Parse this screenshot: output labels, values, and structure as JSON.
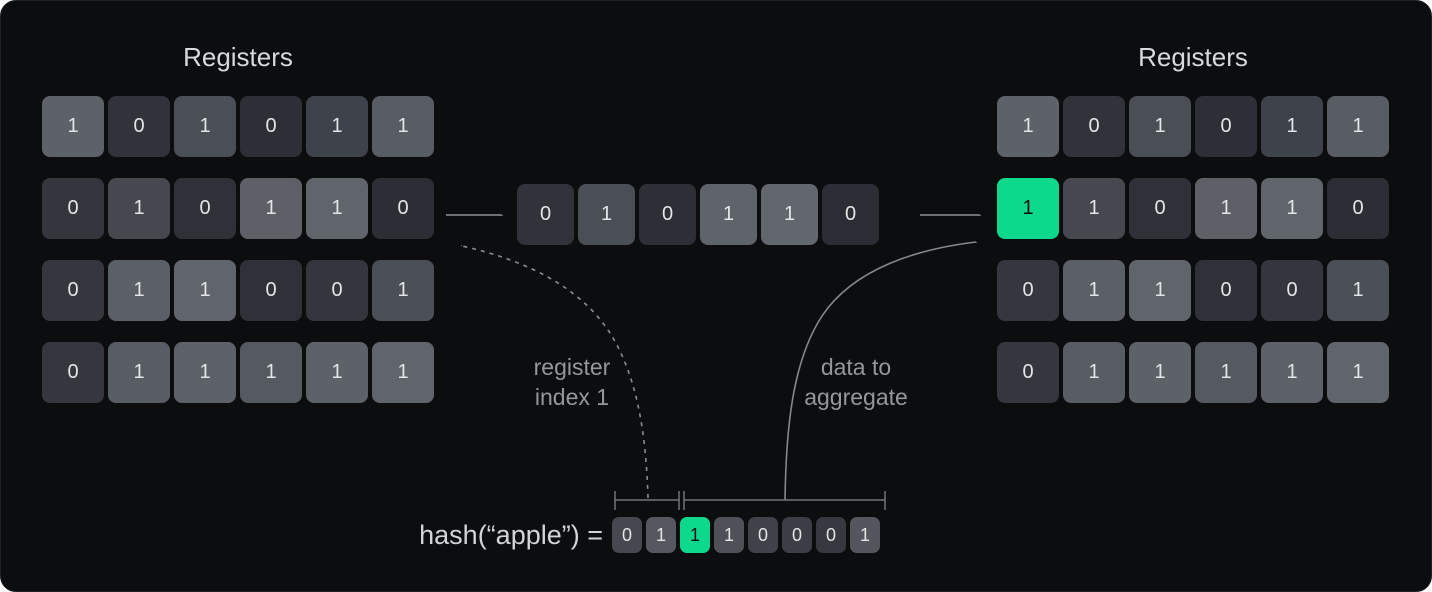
{
  "left_registers": {
    "title": "Registers",
    "rows": [
      [
        {
          "v": "1",
          "bg": "#5d6168"
        },
        {
          "v": "0",
          "bg": "#303339"
        },
        {
          "v": "1",
          "bg": "#4a4e55"
        },
        {
          "v": "0",
          "bg": "#2c2f35"
        },
        {
          "v": "1",
          "bg": "#3e424a"
        },
        {
          "v": "1",
          "bg": "#585c63"
        }
      ],
      [
        {
          "v": "0",
          "bg": "#33363c"
        },
        {
          "v": "1",
          "bg": "#45494f"
        },
        {
          "v": "0",
          "bg": "#2e3137"
        },
        {
          "v": "1",
          "bg": "#5d6167"
        },
        {
          "v": "1",
          "bg": "#60646b"
        },
        {
          "v": "0",
          "bg": "#2b2e34"
        }
      ],
      [
        {
          "v": "0",
          "bg": "#34373d"
        },
        {
          "v": "1",
          "bg": "#5b5f66"
        },
        {
          "v": "1",
          "bg": "#60646b"
        },
        {
          "v": "0",
          "bg": "#2e3137"
        },
        {
          "v": "0",
          "bg": "#33363c"
        },
        {
          "v": "1",
          "bg": "#4b4f56"
        }
      ],
      [
        {
          "v": "0",
          "bg": "#34373d"
        },
        {
          "v": "1",
          "bg": "#585c63"
        },
        {
          "v": "1",
          "bg": "#5d6168"
        },
        {
          "v": "1",
          "bg": "#555960"
        },
        {
          "v": "1",
          "bg": "#5d6168"
        },
        {
          "v": "1",
          "bg": "#60646b"
        }
      ]
    ]
  },
  "middle_row": {
    "rows": [
      [
        {
          "v": "0",
          "bg": "#303339"
        },
        {
          "v": "1",
          "bg": "#4a4e55"
        },
        {
          "v": "0",
          "bg": "#2c2f35"
        },
        {
          "v": "1",
          "bg": "#5f636a"
        },
        {
          "v": "1",
          "bg": "#62666d"
        },
        {
          "v": "0",
          "bg": "#2a2d33"
        }
      ]
    ]
  },
  "right_registers": {
    "title": "Registers",
    "rows": [
      [
        {
          "v": "1",
          "bg": "#5d6168"
        },
        {
          "v": "0",
          "bg": "#303339"
        },
        {
          "v": "1",
          "bg": "#4a4e55"
        },
        {
          "v": "0",
          "bg": "#2c2f35"
        },
        {
          "v": "1",
          "bg": "#3e424a"
        },
        {
          "v": "1",
          "bg": "#585c63"
        }
      ],
      [
        {
          "v": "1",
          "bg": "#0cd98c",
          "fg": "#0b0d10"
        },
        {
          "v": "1",
          "bg": "#45494f"
        },
        {
          "v": "0",
          "bg": "#2e3137"
        },
        {
          "v": "1",
          "bg": "#5d6167"
        },
        {
          "v": "1",
          "bg": "#60646b"
        },
        {
          "v": "0",
          "bg": "#2b2e34"
        }
      ],
      [
        {
          "v": "0",
          "bg": "#34373d"
        },
        {
          "v": "1",
          "bg": "#5b5f66"
        },
        {
          "v": "1",
          "bg": "#60646b"
        },
        {
          "v": "0",
          "bg": "#2e3137"
        },
        {
          "v": "0",
          "bg": "#33363c"
        },
        {
          "v": "1",
          "bg": "#4b4f56"
        }
      ],
      [
        {
          "v": "0",
          "bg": "#34373d"
        },
        {
          "v": "1",
          "bg": "#585c63"
        },
        {
          "v": "1",
          "bg": "#5d6168"
        },
        {
          "v": "1",
          "bg": "#555960"
        },
        {
          "v": "1",
          "bg": "#5d6168"
        },
        {
          "v": "1",
          "bg": "#60646b"
        }
      ]
    ]
  },
  "hash": {
    "label": "hash(“apple”) =",
    "rows": [
      [
        {
          "v": "0",
          "bg": "#45484e"
        },
        {
          "v": "1",
          "bg": "#55585e"
        },
        {
          "v": "1",
          "bg": "#0cd98c",
          "fg": "#0b0d10"
        },
        {
          "v": "1",
          "bg": "#4e5157"
        },
        {
          "v": "0",
          "bg": "#3f4248"
        },
        {
          "v": "0",
          "bg": "#3b3e44"
        },
        {
          "v": "0",
          "bg": "#36393f"
        },
        {
          "v": "1",
          "bg": "#53565c"
        }
      ]
    ]
  },
  "annotations": {
    "register_index": {
      "line1": "register",
      "line2": "index 1"
    },
    "data_aggregate": {
      "line1": "data to",
      "line2": "aggregate"
    }
  },
  "colors": {
    "card_bg": "#0c0d0f",
    "accent_green": "#0cd98c",
    "arrow": "#8e9196",
    "bracket": "#71747a"
  }
}
